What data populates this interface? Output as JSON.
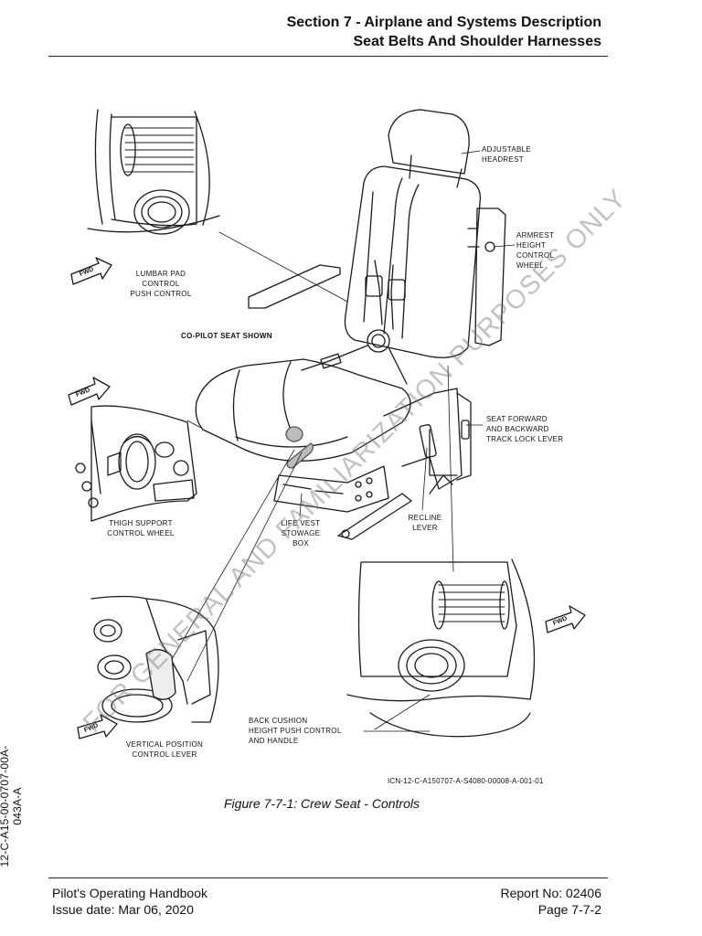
{
  "header": {
    "line1": "Section 7 - Airplane and Systems Description",
    "line2": "Seat Belts And Shoulder Harnesses"
  },
  "side_code": "12-C-A15-00-0707-00A-043A-A",
  "figure": {
    "co_pilot_label": "CO-PILOT SEAT SHOWN",
    "callouts": {
      "adjustable_headrest": [
        "ADJUSTABLE",
        "HEADREST"
      ],
      "armrest_wheel": [
        "ARMREST",
        "HEIGHT",
        "CONTROL",
        "WHEEL"
      ],
      "lumbar_pad": [
        "LUMBAR PAD",
        "CONTROL",
        "PUSH CONTROL"
      ],
      "seat_track": [
        "SEAT FORWARD",
        "AND BACKWARD",
        "TRACK LOCK LEVER"
      ],
      "thigh_support": [
        "THIGH SUPPORT",
        "CONTROL WHEEL"
      ],
      "life_vest": [
        "LIFE VEST",
        "STOWAGE",
        "BOX"
      ],
      "recline": [
        "RECLINE",
        "LEVER"
      ],
      "back_cushion": [
        "BACK CUSHION",
        "HEIGHT PUSH CONTROL",
        "AND HANDLE"
      ],
      "vertical_position": [
        "VERTICAL POSITION",
        "CONTROL LEVER"
      ]
    },
    "fwd_label": "FWD",
    "icn": "ICN-12-C-A150707-A-S4080-00008-A-001-01",
    "caption": "Figure 7-7-1: Crew Seat - Controls",
    "watermark": "FOR GENERAL AND FAMILIARIZATION PURPOSES ONLY"
  },
  "footer": {
    "handbook": "Pilot's Operating Handbook",
    "issue_date": "Issue date: Mar 06, 2020",
    "report_no": "Report No: 02406",
    "page": "Page 7-7-2"
  }
}
